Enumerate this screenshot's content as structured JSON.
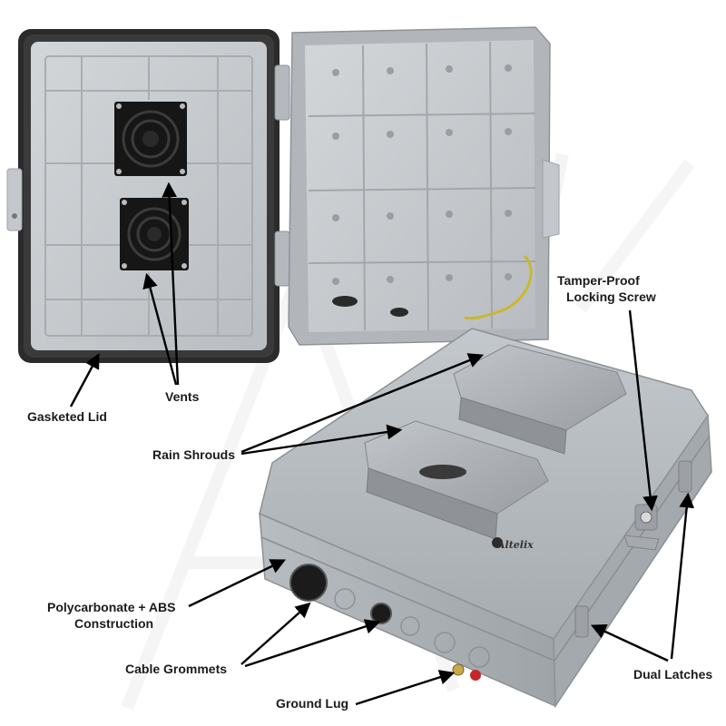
{
  "labels": {
    "gasketed_lid": "Gasketed Lid",
    "vents": "Vents",
    "rain_shrouds": "Rain Shrouds",
    "tamper_proof_line1": "Tamper-Proof",
    "tamper_proof_line2": "Locking Screw",
    "construction_line1": "Polycarbonate + ABS",
    "construction_line2": "Construction",
    "cable_grommets": "Cable Grommets",
    "dual_latches": "Dual Latches",
    "ground_lug": "Ground Lug"
  },
  "brand_mark": "Altelix",
  "watermark": "Altelix",
  "colors": {
    "enclosure_gray": "#b9bec3",
    "interior_gray": "#c9ccd0",
    "gasket": "#2c2c2c",
    "fan": "#1a1a1a",
    "ground_cable": "#c8b830",
    "ground_label": "#c8262a",
    "arrow": "#000000"
  }
}
